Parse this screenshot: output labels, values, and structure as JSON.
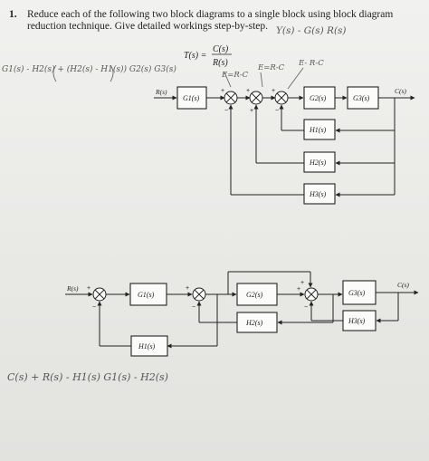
{
  "question": {
    "number": "1.",
    "text": "Reduce each of the following two block diagrams to a single block using block diagram reduction technique. Give detailed workings step-by-step."
  },
  "handwriting": {
    "top_right": "Y(s) - G(s) R(s)",
    "left_expr": "G1(s) - H2(s) + (H2(s) - H1(s)) G2(s) G3(s)",
    "annot1": "E=R-C",
    "annot2": "E=R-C",
    "annot3": "E- R-C",
    "bottom": "C(s) + R(s) - H1(s) G1(s) - H2(s)"
  },
  "transfer": {
    "lhs": "T(s) =",
    "num": "C(s)",
    "den": "R(s)"
  },
  "diagram1": {
    "input": "R(s)",
    "output": "C(s)",
    "blocks": {
      "g1": "G1(s)",
      "g2": "G2(s)",
      "g3": "G3(s)",
      "h1": "H1(s)",
      "h2": "H2(s)",
      "h3": "H3(s)"
    },
    "signs": {
      "s1_in": "+",
      "s1_fb": "−",
      "s2_in": "+",
      "s2_fb": "+",
      "s3_in": "+",
      "s3_fb": "−"
    }
  },
  "diagram2": {
    "input": "R(s)",
    "output": "C(s)",
    "blocks": {
      "g1": "G1(s)",
      "g2": "G2(s)",
      "g3": "G3(s)",
      "h1": "H1(s)",
      "h2": "H2(s)",
      "h3": "H3(s)"
    },
    "signs": {
      "s1_in": "+",
      "s1_fb": "−",
      "s2_in": "+",
      "s2_fb": "−",
      "s3_top": "+",
      "s3_in": "+",
      "s3_fb": "−"
    }
  }
}
